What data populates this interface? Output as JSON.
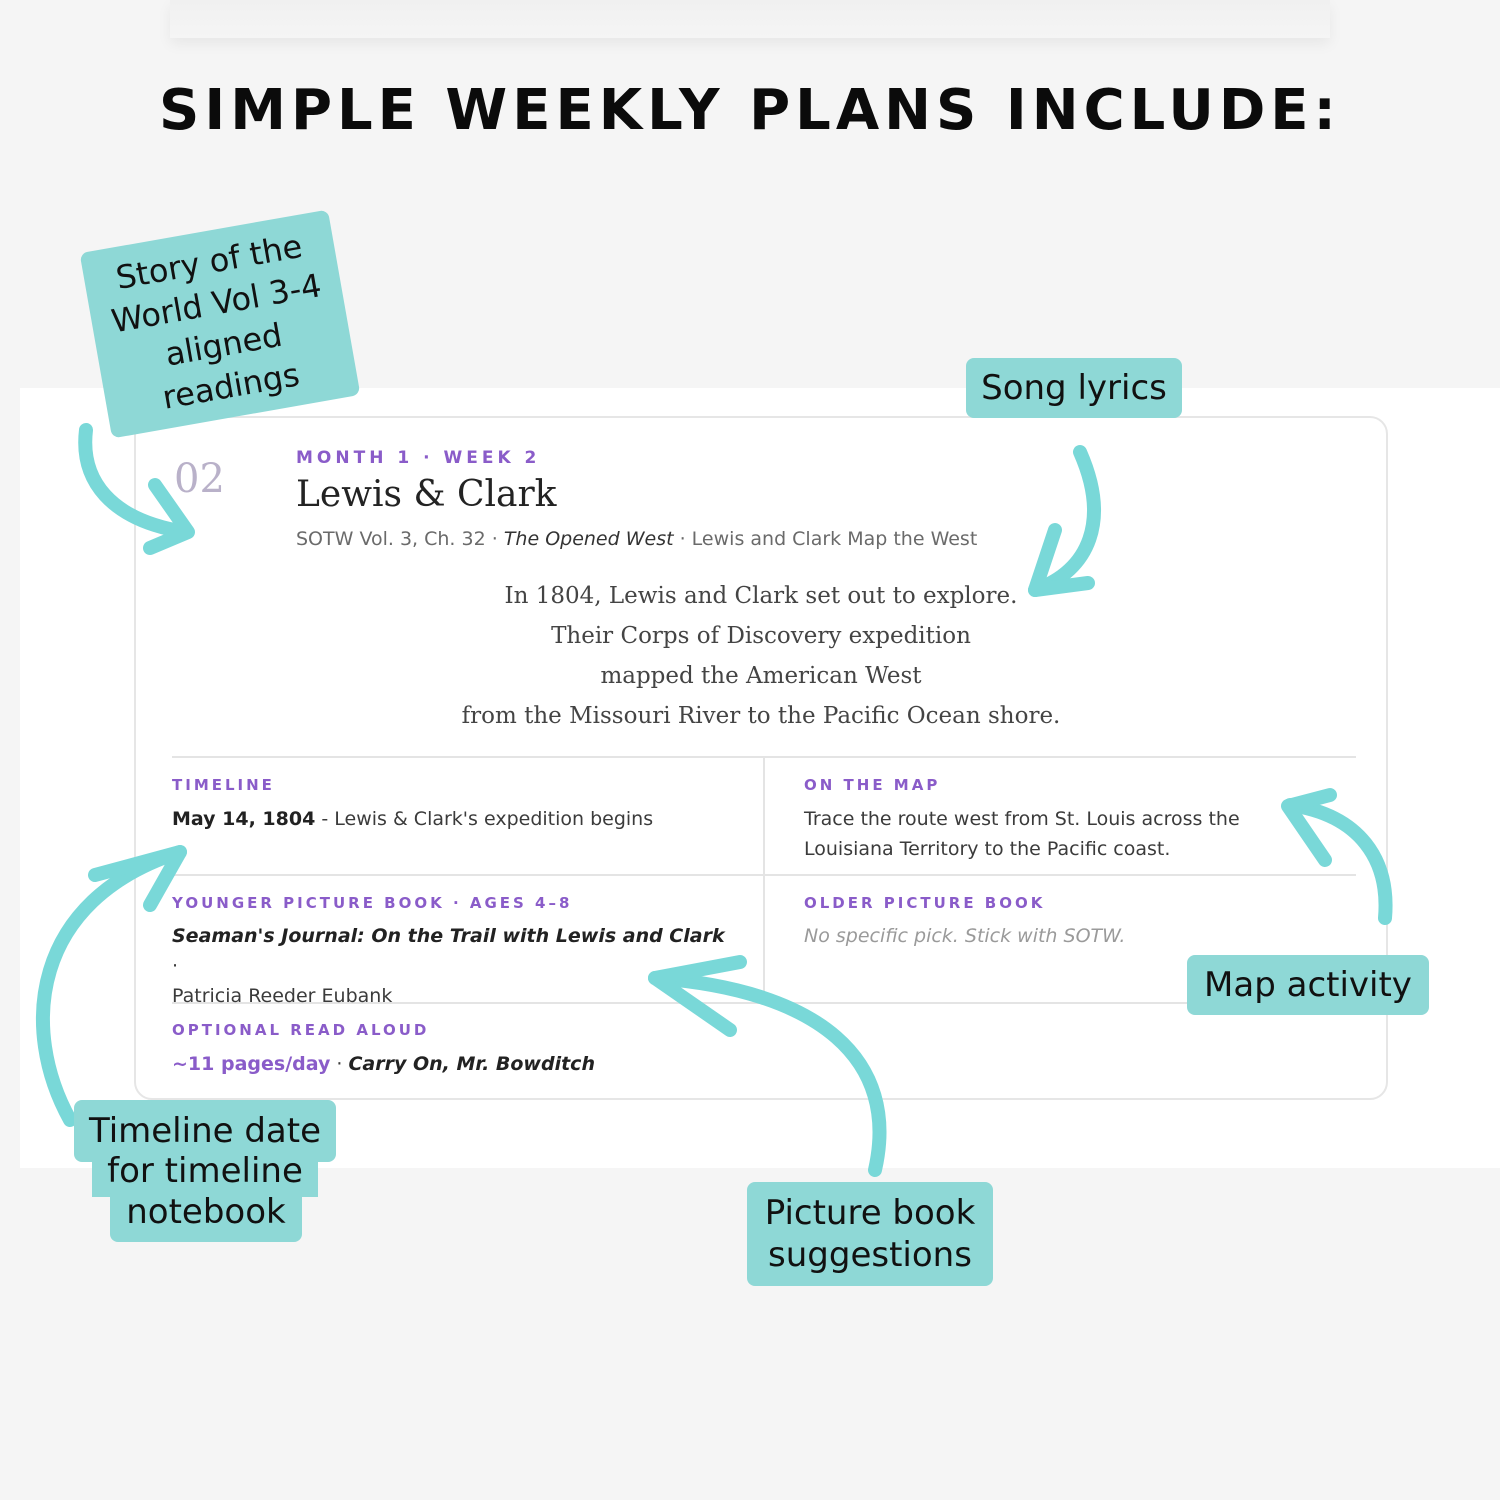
{
  "headline": "SIMPLE WEEKLY PLANS INCLUDE:",
  "card": {
    "week_number": "02",
    "kicker": "MONTH 1 · WEEK 2",
    "title": "Lewis & Clark",
    "reading": {
      "prefix": "SOTW Vol. 3, Ch. 32 · ",
      "chapter": "The Opened West",
      "suffix": " · Lewis and Clark Map the West"
    },
    "lyrics": [
      "In 1804, Lewis and Clark set out to explore.",
      "Their Corps of Discovery expedition",
      "mapped the American West",
      "from the Missouri River to the Pacific Ocean shore."
    ],
    "timeline": {
      "label": "TIMELINE",
      "date": "May 14, 1804",
      "event": " - Lewis & Clark's expedition begins"
    },
    "map": {
      "label": "ON THE MAP",
      "text": "Trace the route west from St. Louis across the Louisiana Territory to the Pacific coast."
    },
    "younger_book": {
      "label": "YOUNGER PICTURE BOOK · AGES 4–8",
      "title": "Seaman's Journal: On the Trail with Lewis and Clark",
      "sep": " ·",
      "author": "Patricia Reeder Eubank"
    },
    "older_book": {
      "label": "OLDER PICTURE BOOK",
      "text": "No specific pick. Stick with SOTW."
    },
    "read_aloud": {
      "label": "OPTIONAL READ ALOUD",
      "pages": "~11 pages/day",
      "sep": " · ",
      "title": "Carry On, Mr. Bowditch"
    }
  },
  "callouts": {
    "sotw": "Story of the World Vol 3-4 aligned readings",
    "song": "Song lyrics",
    "map": "Map activity",
    "timeline_line1": "Timeline date",
    "timeline_line2": "for timeline",
    "timeline_line3": "notebook",
    "picture_line1": "Picture book",
    "picture_line2": "suggestions"
  },
  "colors": {
    "accent": "#8a5cc9",
    "callout_bg": "#8ed8d6",
    "arrow": "#79d8d8"
  }
}
